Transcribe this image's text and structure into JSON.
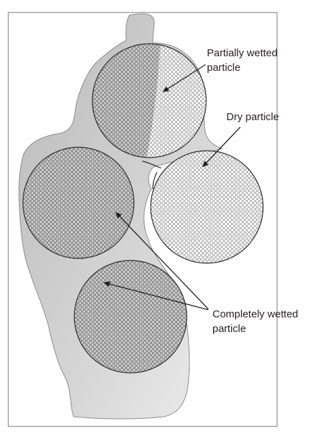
{
  "labels": {
    "partially_wetted": [
      "Partially wetted",
      "particle"
    ],
    "dry": "Dry particle",
    "completely_wetted": [
      "Completely wetted",
      "particle"
    ]
  },
  "colors": {
    "frame": "#8c8c8c",
    "liquid": "#c8c8c8",
    "liquid_light": "#e6e6e6",
    "particle_outline": "#2a2a2a",
    "wet_dot": "#6b6b6b",
    "dry_dot": "#9a9a9a",
    "arrow": "#231f20",
    "text": "#231f20"
  }
}
